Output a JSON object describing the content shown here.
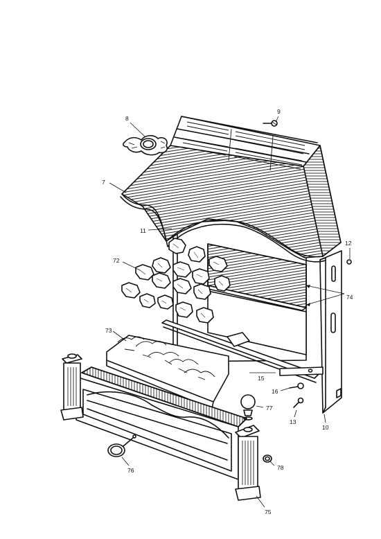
{
  "callouts": [
    {
      "id": "c9",
      "text": "9"
    },
    {
      "id": "c8",
      "text": "8"
    },
    {
      "id": "c7",
      "text": "7"
    },
    {
      "id": "c11",
      "text": "11"
    },
    {
      "id": "c12",
      "text": "12"
    },
    {
      "id": "c72",
      "text": "72"
    },
    {
      "id": "c74",
      "text": "74"
    },
    {
      "id": "c73",
      "text": "73"
    },
    {
      "id": "c16",
      "text": "16"
    },
    {
      "id": "c15",
      "text": "15"
    },
    {
      "id": "c77",
      "text": "77"
    },
    {
      "id": "c13",
      "text": "13"
    },
    {
      "id": "c10",
      "text": "10"
    },
    {
      "id": "c76",
      "text": "76"
    },
    {
      "id": "c78",
      "text": "78"
    },
    {
      "id": "c75",
      "text": "75"
    }
  ]
}
